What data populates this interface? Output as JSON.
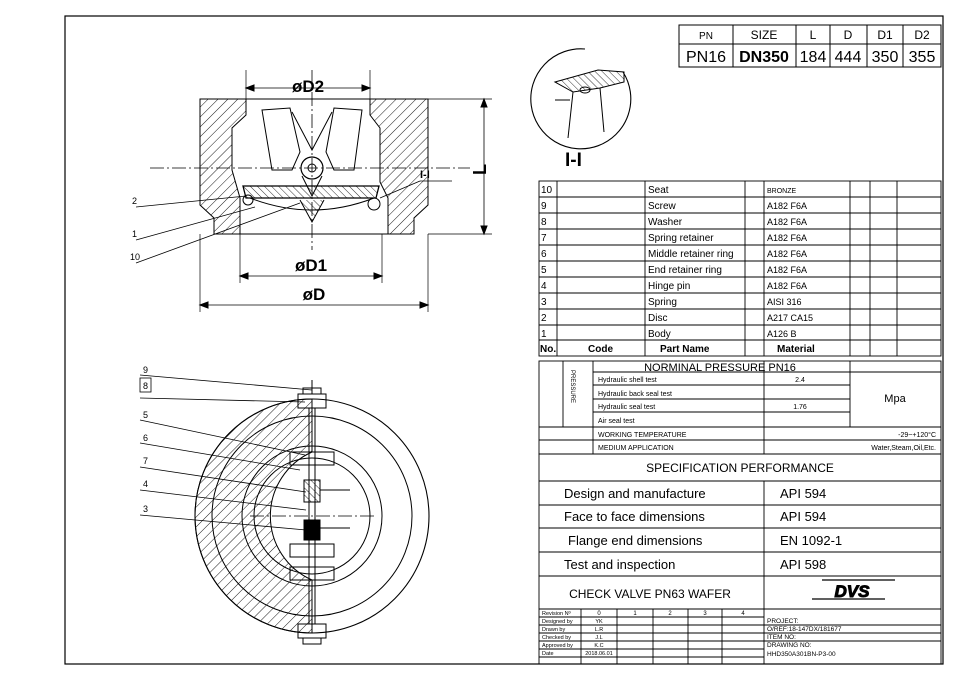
{
  "header": {
    "cols": [
      "PN",
      "SIZE",
      "L",
      "D",
      "D1",
      "D2"
    ],
    "vals": [
      "PN16",
      "DN350",
      "184",
      "444",
      "350",
      "355"
    ]
  },
  "drawing": {
    "dim_D2": "øD2",
    "dim_D1": "øD1",
    "dim_D": "øD",
    "dim_L": "L",
    "section_tag": "I-I",
    "section_title": "I-I",
    "balloons_top": [
      "2",
      "1",
      "10"
    ],
    "balloons_bottom": [
      "9",
      "8",
      "5",
      "6",
      "7",
      "4",
      "3"
    ]
  },
  "parts": {
    "rows": [
      {
        "no": "10",
        "code": "",
        "name": "Seat",
        "material": "BRONZE"
      },
      {
        "no": "9",
        "code": "",
        "name": "Screw",
        "material": "A182 F6A"
      },
      {
        "no": "8",
        "code": "",
        "name": "Washer",
        "material": "A182 F6A"
      },
      {
        "no": "7",
        "code": "",
        "name": "Spring retainer",
        "material": "A182 F6A"
      },
      {
        "no": "6",
        "code": "",
        "name": "Middle retainer ring",
        "material": "A182 F6A"
      },
      {
        "no": "5",
        "code": "",
        "name": "End retainer ring",
        "material": "A182 F6A"
      },
      {
        "no": "4",
        "code": "",
        "name": "Hinge pin",
        "material": "A182 F6A"
      },
      {
        "no": "3",
        "code": "",
        "name": "Spring",
        "material": "AISI  316"
      },
      {
        "no": "2",
        "code": "",
        "name": "Disc",
        "material": "A217  CA15"
      },
      {
        "no": "1",
        "code": "",
        "name": "Body",
        "material": "A126  B"
      }
    ],
    "head_no": "No.",
    "head_code": "Code",
    "head_name": "Part Name",
    "head_material": "Material"
  },
  "pressure": {
    "title": "NORMINAL  PRESSURE    PN16",
    "side_label": "PRESSURE",
    "tests": [
      {
        "label": "Hydraulic shell test",
        "value": "2.4"
      },
      {
        "label": "Hydraulic back seal test",
        "value": ""
      },
      {
        "label": "Hydraulic seal test",
        "value": "1.76"
      },
      {
        "label": "Air seal test",
        "value": ""
      }
    ],
    "unit": "Mpa",
    "temp_label": "WORKING  TEMPERATURE",
    "temp_value": "-29~+120°C",
    "media_label": "MEDIUM  APPLICATION",
    "media_value": "Water,Steam,Oil,Etc."
  },
  "spec": {
    "title": "SPECIFICATION  PERFORMANCE",
    "rows": [
      {
        "label": "Design  and  manufacture",
        "value": "API  594"
      },
      {
        "label": "Face  to  face  dimensions",
        "value": "API  594"
      },
      {
        "label": "Flange  end  dimensions",
        "value": "EN  1092-1"
      },
      {
        "label": "Test  and  inspection",
        "value": "API  598"
      }
    ]
  },
  "title_block": {
    "name": "CHECK  VALVE  PN63  WAFER",
    "logo": "DVS",
    "revision_label": "Revision Nº",
    "revision_cols": [
      "0",
      "1",
      "2",
      "3",
      "4"
    ],
    "roles": [
      {
        "label": "Designed by",
        "value": "YK"
      },
      {
        "label": "Drawn by",
        "value": "L.R"
      },
      {
        "label": "Checked by",
        "value": "J.L"
      },
      {
        "label": "Approved by",
        "value": "K.C"
      },
      {
        "label": "Date",
        "value": "2018.06.01"
      }
    ],
    "project_label": "PROJECT:",
    "oref": "O/REF:18-147DX/181677",
    "item_no": "ITEM NO:",
    "drawing_no_label": "DRAWING NO:",
    "drawing_no": "HHD350A301BN-P3-00"
  }
}
